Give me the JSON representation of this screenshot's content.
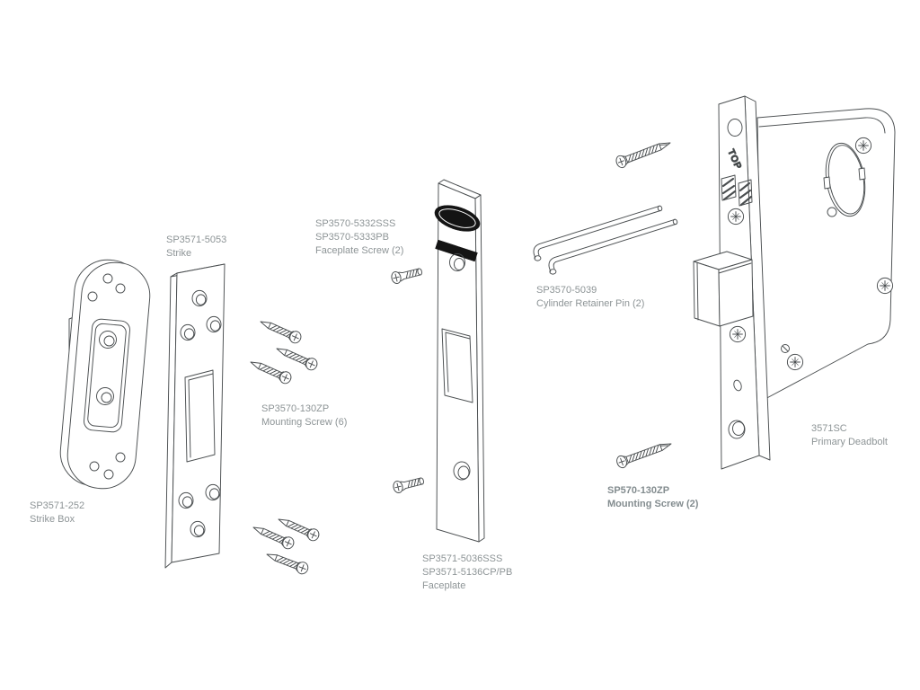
{
  "colors": {
    "background": "#ffffff",
    "line": "#4a4e50",
    "label_text": "#8d9496",
    "logo_fill": "#141414"
  },
  "parts": [
    {
      "id": "strike-box",
      "lines": [
        "SP3571-252",
        "Strike Box"
      ]
    },
    {
      "id": "strike",
      "lines": [
        "SP3571-5053",
        "Strike"
      ]
    },
    {
      "id": "faceplate-screw",
      "lines": [
        "SP3570-5332SSS",
        "SP3570-5333PB",
        "Faceplate Screw (2)"
      ]
    },
    {
      "id": "mounting-screw-6",
      "lines": [
        "SP3570-130ZP",
        "Mounting Screw (6)"
      ]
    },
    {
      "id": "cylinder-retainer-pin",
      "lines": [
        "SP3570-5039",
        "Cylinder Retainer Pin (2)"
      ]
    },
    {
      "id": "faceplate",
      "lines": [
        "SP3571-5036SSS",
        "SP3571-5136CP/PB",
        "Faceplate"
      ]
    },
    {
      "id": "mounting-screw-2",
      "lines": [
        "SP570-130ZP",
        "Mounting Screw (2)"
      ]
    },
    {
      "id": "primary-deadbolt",
      "lines": [
        "3571SC",
        "Primary Deadbolt"
      ]
    }
  ],
  "markings": {
    "top_label": "TOP"
  }
}
